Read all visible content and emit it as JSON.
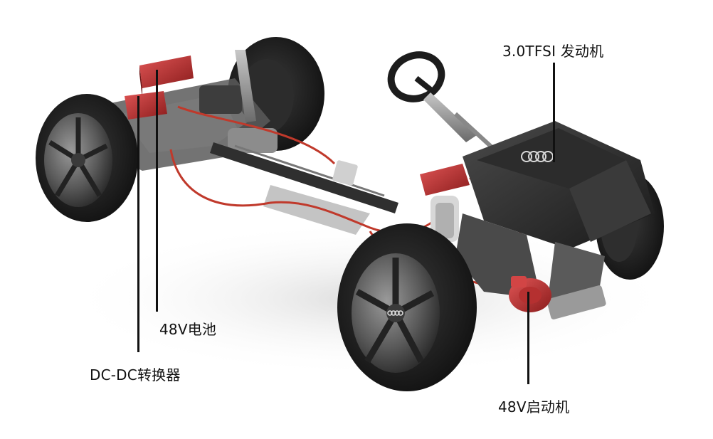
{
  "labels": {
    "engine": "3.0TFSI 发动机",
    "battery": "48V电池",
    "dcdc": "DC-DC转换器",
    "starter": "48V启动机"
  }
}
